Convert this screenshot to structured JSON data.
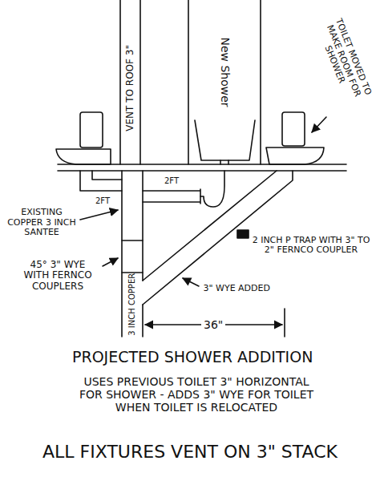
{
  "diagram": {
    "title": "PROJECTED SHOWER ADDITION",
    "labels": [
      "TOILET MOVED TO MAKE ROOM FOR SHOWER",
      "VENT TO ROOF 3\"",
      "New Shower",
      "2FT",
      "2FT",
      "EXISTING COPPER 3 INCH SANTEE",
      "2 INCH P TRAP WITH 3\" TO 2\" FERNCO COUPLER",
      "45° 3\" WYE WITH FERNCO COUPLERS",
      "3\" WYE ADDED",
      "3 INCH COPPER",
      "36\"",
      "USES PREVIOUS TOILET 3\" HORIZONTAL FOR SHOWER - ADDS 3\" WYE FOR TOILET WHEN TOILET IS RELOCATED",
      "ALL FIXTURES VENT ON 3\" STACK"
    ]
  }
}
